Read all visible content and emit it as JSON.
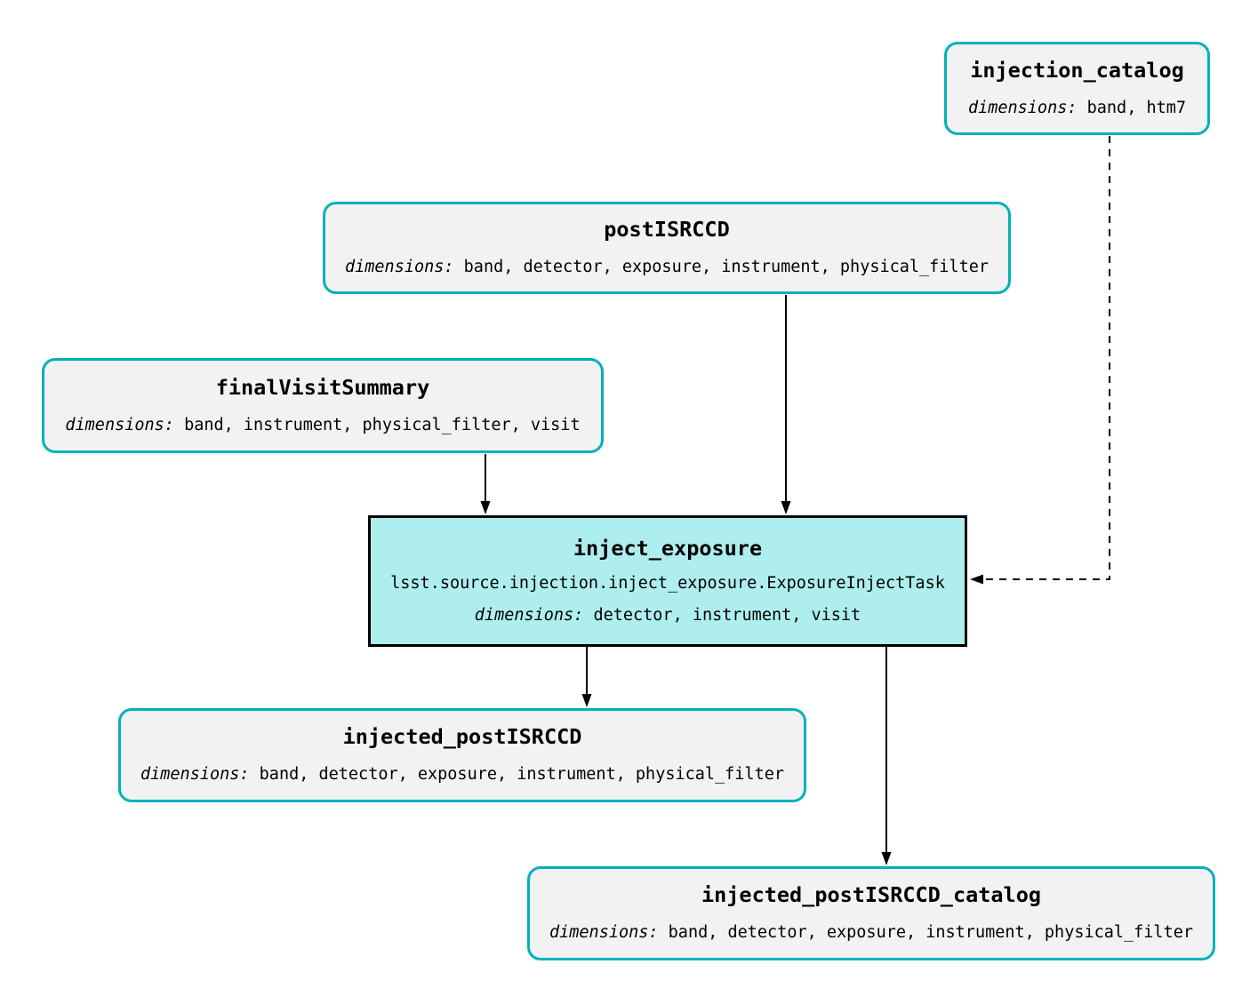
{
  "diagram": {
    "type": "pipeline-task-graph",
    "colors": {
      "dataset_border": "#00b1bc",
      "dataset_fill": "#f2f2f2",
      "task_border": "#000000",
      "task_fill": "#afeeee",
      "edge": "#000000",
      "text": "#000000",
      "background": "#ffffff"
    },
    "nodes": {
      "injection_catalog": {
        "title": "injection_catalog",
        "dimensions_label": "dimensions:",
        "dimensions": "band, htm7"
      },
      "postISRCCD": {
        "title": "postISRCCD",
        "dimensions_label": "dimensions:",
        "dimensions": "band, detector, exposure, instrument, physical_filter"
      },
      "finalVisitSummary": {
        "title": "finalVisitSummary",
        "dimensions_label": "dimensions:",
        "dimensions": "band, instrument, physical_filter, visit"
      },
      "inject_exposure": {
        "title": "inject_exposure",
        "task_class": "lsst.source.injection.inject_exposure.ExposureInjectTask",
        "dimensions_label": "dimensions:",
        "dimensions": "detector, instrument, visit"
      },
      "injected_postISRCCD": {
        "title": "injected_postISRCCD",
        "dimensions_label": "dimensions:",
        "dimensions": "band, detector, exposure, instrument, physical_filter"
      },
      "injected_postISRCCD_catalog": {
        "title": "injected_postISRCCD_catalog",
        "dimensions_label": "dimensions:",
        "dimensions": "band, detector, exposure, instrument, physical_filter"
      }
    },
    "edges": [
      {
        "from": "postISRCCD",
        "to": "inject_exposure",
        "style": "solid"
      },
      {
        "from": "finalVisitSummary",
        "to": "inject_exposure",
        "style": "solid"
      },
      {
        "from": "injection_catalog",
        "to": "inject_exposure",
        "style": "dashed"
      },
      {
        "from": "inject_exposure",
        "to": "injected_postISRCCD",
        "style": "solid"
      },
      {
        "from": "inject_exposure",
        "to": "injected_postISRCCD_catalog",
        "style": "solid"
      }
    ]
  }
}
